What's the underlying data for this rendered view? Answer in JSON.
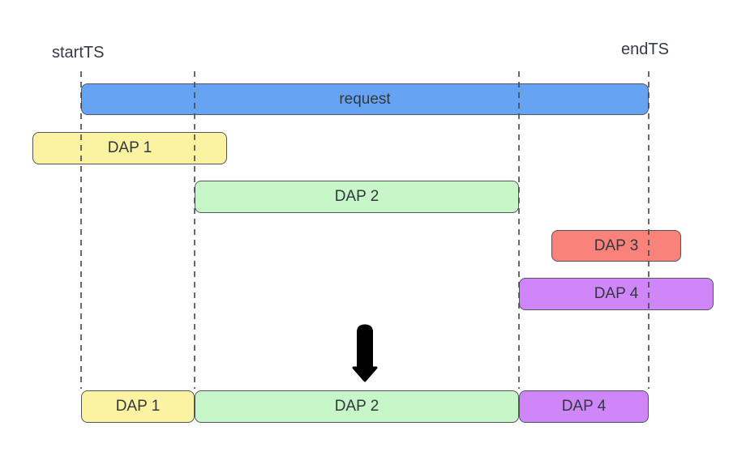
{
  "labels": {
    "start_ts": "startTS",
    "end_ts": "endTS"
  },
  "timeline": {
    "request": {
      "label": "request",
      "color": "#66a4f3"
    },
    "daps": [
      {
        "label": "DAP 1",
        "color": "#fbf3a2"
      },
      {
        "label": "DAP 2",
        "color": "#c7f6c8"
      },
      {
        "label": "DAP 3",
        "color": "#f9827a"
      },
      {
        "label": "DAP 4",
        "color": "#ce86f9"
      }
    ]
  },
  "result": {
    "segments": [
      {
        "label": "DAP 1",
        "color": "#fbf3a2"
      },
      {
        "label": "DAP 2",
        "color": "#c7f6c8"
      },
      {
        "label": "DAP 4",
        "color": "#ce86f9"
      }
    ]
  },
  "icons": {
    "merge_arrow": "arrow-down-icon"
  },
  "style_tokens": {
    "bar_border": "#51565e",
    "gridline": "#41464d",
    "text": "#33383e",
    "background": "#ffffff"
  }
}
